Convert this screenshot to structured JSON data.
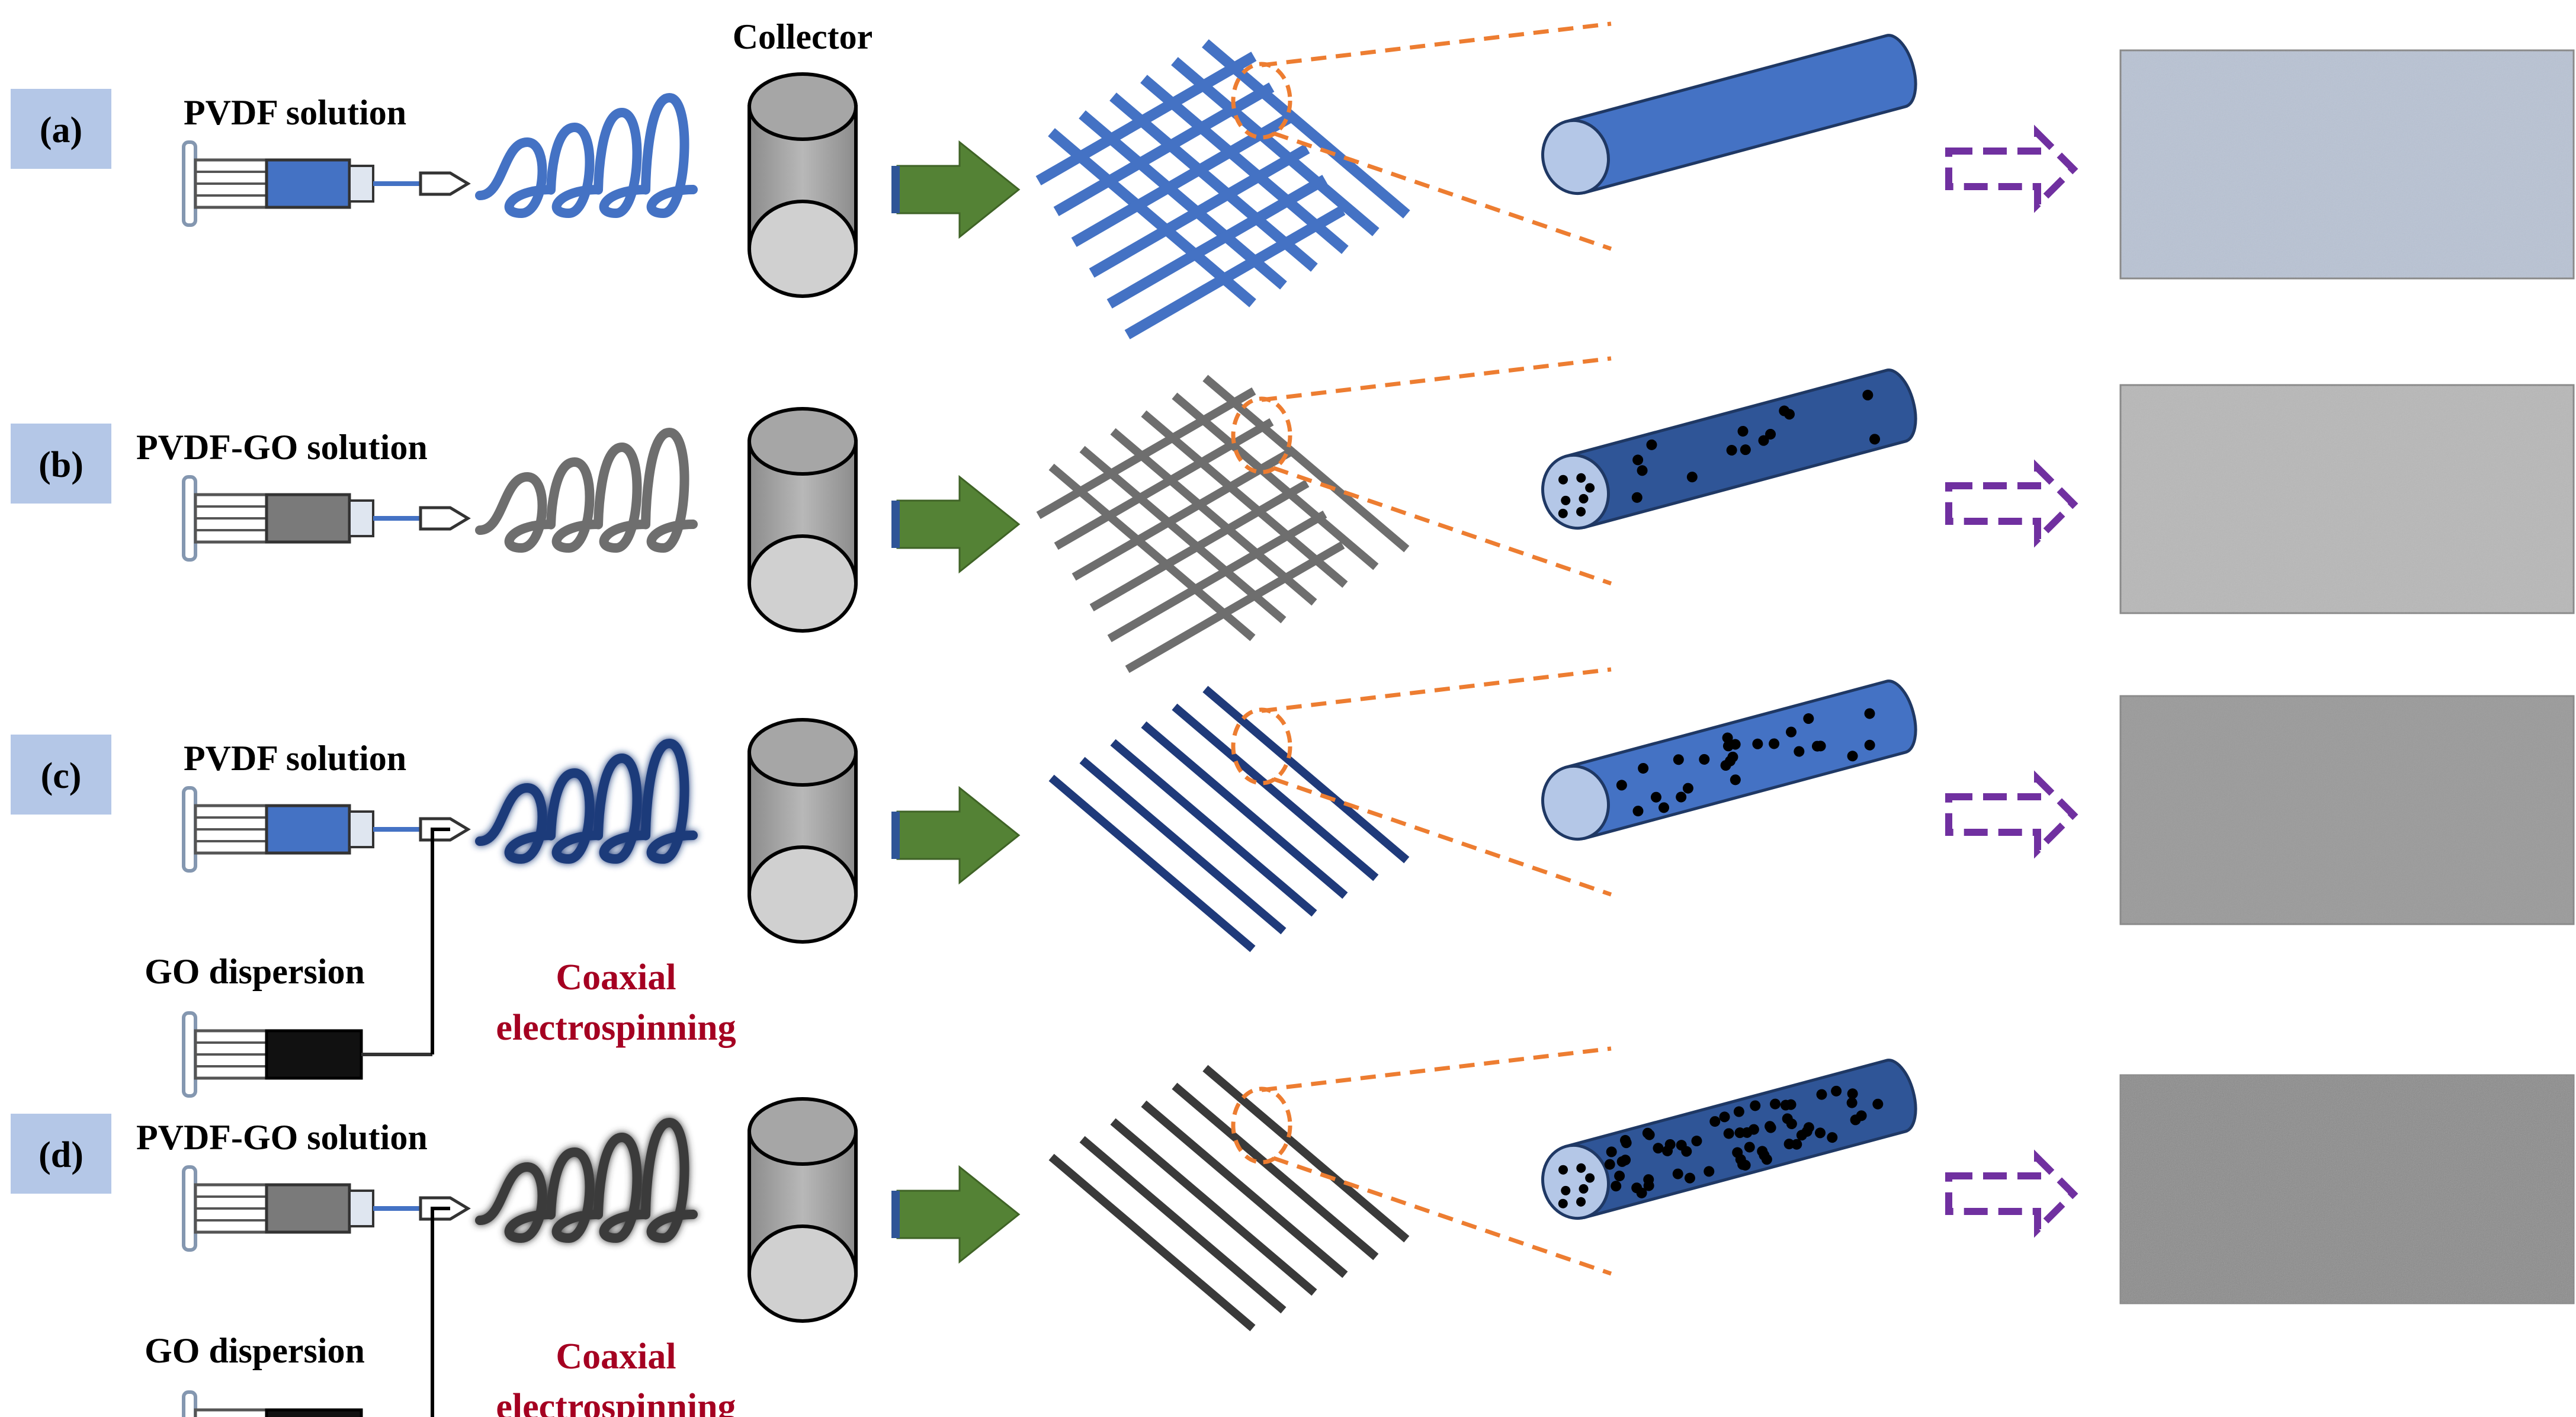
{
  "collector_label": "Collector",
  "rows": [
    {
      "tag": "(a)",
      "solution": "PVDF solution",
      "dispersion": "",
      "method": [],
      "fiber_color": "#4472c4",
      "dots": 0,
      "core_dots": false,
      "sample": "#b9c3d4"
    },
    {
      "tag": "(b)",
      "solution": "PVDF-GO solution",
      "dispersion": "",
      "method": [],
      "fiber_color": "#6e6e6e",
      "dots": 14,
      "core_dots": true,
      "sample": "#b8b8b8"
    },
    {
      "tag": "(c)",
      "solution": "PVDF solution",
      "dispersion": "GO dispersion",
      "method": [
        "Coaxial",
        "electrospinning"
      ],
      "fiber_color": "#1f3a7a",
      "dots": 26,
      "core_dots": false,
      "sample": "#9a9a9a"
    },
    {
      "tag": "(d)",
      "solution": "PVDF-GO solution",
      "dispersion": "GO dispersion",
      "method": [
        "Coaxial",
        "electrospinning"
      ],
      "fiber_color": "#3a3a3a",
      "dots": 60,
      "core_dots": true,
      "sample": "#8a8a8a"
    }
  ],
  "colors": {
    "tag_box": "#b4c7e7",
    "arrow_green": "#548235",
    "arrow_purple": "#7030a0",
    "zoom_orange": "#ed7d31",
    "method_red": "#a50021",
    "collector_fill": "#a6a6a6"
  }
}
